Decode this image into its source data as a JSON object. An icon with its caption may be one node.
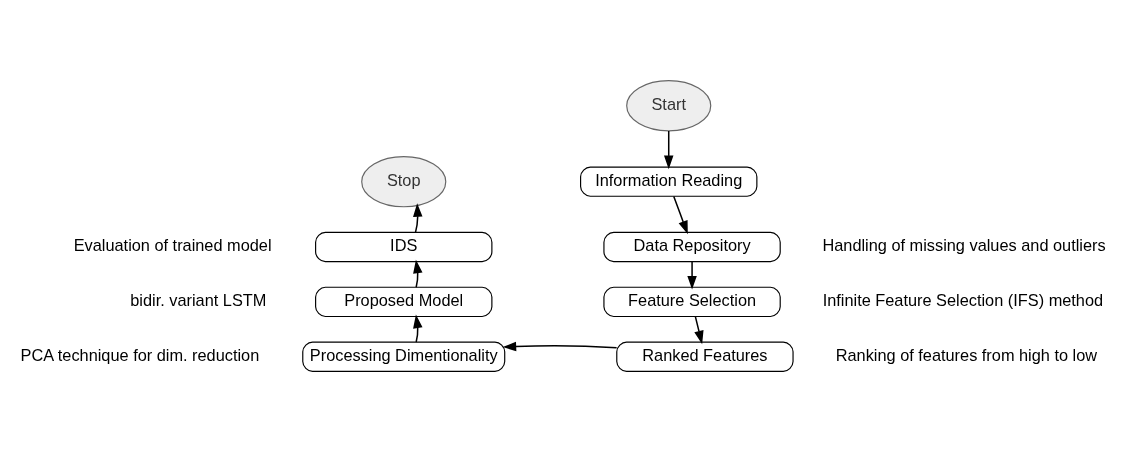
{
  "diagram": {
    "nodes": [
      {
        "text": [
          "Start"
        ]
      },
      {
        "text": [
          "Information Reading"
        ]
      },
      {
        "text": [
          "Data Repository"
        ],
        "beside": [
          "Handling of missing values and outliers"
        ]
      },
      {
        "text": [
          "Feature Selection"
        ],
        "beside": [
          "Infinite Feature Selection (IFS) method"
        ]
      },
      {
        "text": [
          "Ranked Features"
        ],
        "beside": [
          "Ranking of features from high to low"
        ]
      },
      {
        "text": [
          "Processing Dimentionality"
        ],
        "beside": [
          "PCA technique for dim. reduction"
        ]
      },
      {
        "text": [
          "Proposed Model"
        ],
        "beside": [
          "bidir. variant LSTM"
        ]
      },
      {
        "text": [
          "IDS"
        ],
        "beside": [
          "Evaluation of trained model"
        ]
      },
      {
        "text": [
          "Stop"
        ]
      }
    ],
    "edges": [
      {
        "from": 0,
        "to": 1,
        "arrow": "to"
      },
      {
        "from": 1,
        "to": 2,
        "arrow": "to"
      },
      {
        "from": 2,
        "to": 3,
        "arrow": "to"
      },
      {
        "from": 3,
        "to": 4,
        "arrow": "to"
      },
      {
        "from": 4,
        "to": 5,
        "arrow": "to"
      },
      {
        "from": 5,
        "to": 6,
        "arrow": "to"
      },
      {
        "from": 6,
        "to": 7,
        "arrow": "to"
      },
      {
        "from": 7,
        "to": 8,
        "arrow": "to"
      }
    ]
  }
}
